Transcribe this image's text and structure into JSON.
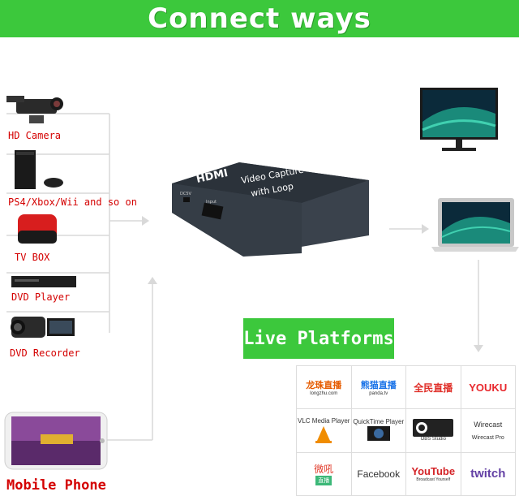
{
  "banner": {
    "title": "Connect ways"
  },
  "sources": [
    {
      "label": "HD Camera",
      "icon": "camcorder-icon"
    },
    {
      "label": "PS4/Xbox/Wii and so on",
      "icon": "game-console-icon"
    },
    {
      "label": "TV BOX",
      "icon": "tv-box-icon"
    },
    {
      "label": "DVD Player",
      "icon": "dvd-player-icon"
    },
    {
      "label": "DVD Recorder",
      "icon": "video-camera-icon"
    }
  ],
  "mobile": {
    "label": "Mobile Phone"
  },
  "device": {
    "brand": "HDMI",
    "name_line1": "Video  Capture",
    "name_line2": "with Loop",
    "port_usb": "DC5V",
    "port_input": "Input"
  },
  "live": {
    "title": "Live Platforms"
  },
  "platforms": [
    {
      "label": "龙珠直播",
      "sub": "longzhu.com",
      "color": "#e65c00"
    },
    {
      "label": "熊猫直播",
      "sub": "panda.tv",
      "color": "#1a73e8"
    },
    {
      "label": "全民直播",
      "sub": "",
      "color": "#e0302a"
    },
    {
      "label": "YOUKU",
      "sub": "",
      "color": "#e8282d"
    },
    {
      "label": "VLC Media Player",
      "sub": "",
      "color": "#f08c00"
    },
    {
      "label": "QuickTime Player",
      "sub": "",
      "color": "#1a1a1a"
    },
    {
      "label": "OBS Studio",
      "sub": "",
      "color": "#222222"
    },
    {
      "label": "Wirecast",
      "sub": "Wirecast Pro",
      "color": "#444444"
    },
    {
      "label": "微吼",
      "sub": "直播",
      "color": "#e03a2a"
    },
    {
      "label": "Facebook",
      "sub": "",
      "color": "#222222"
    },
    {
      "label": "YouTube",
      "sub": "Broadcast Yourself",
      "color": "#d42428"
    },
    {
      "label": "twitch",
      "sub": "",
      "color": "#6441a5"
    }
  ],
  "colors": {
    "banner": "#3cc83c",
    "label_red": "#d40000",
    "device": "#2e3640"
  }
}
